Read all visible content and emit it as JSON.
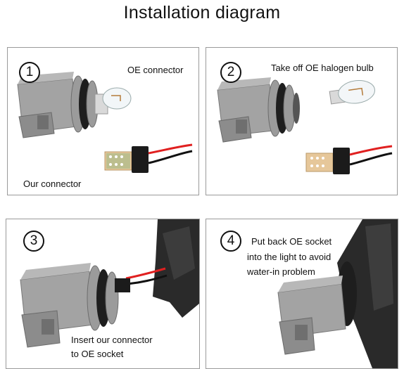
{
  "title": "Installation diagram",
  "steps": [
    {
      "number": "1",
      "labels": [
        "OE connector",
        "Our connector"
      ]
    },
    {
      "number": "2",
      "labels": [
        "Take off OE halogen bulb"
      ]
    },
    {
      "number": "3",
      "labels": [
        "Insert our connector",
        "to OE socket"
      ]
    },
    {
      "number": "4",
      "labels": [
        "Put back OE socket",
        "into the light to avoid",
        "water-in problem"
      ]
    }
  ],
  "colors": {
    "socket_gray": "#9b9b9b",
    "socket_dark": "#6f6f6f",
    "seal_black": "#1e1e1e",
    "pcb_beige": "#e6c79a",
    "pcb_green": "#3fa56b",
    "wire_red": "#e02020",
    "wire_black": "#111111",
    "housing_black": "#2a2a2a"
  }
}
